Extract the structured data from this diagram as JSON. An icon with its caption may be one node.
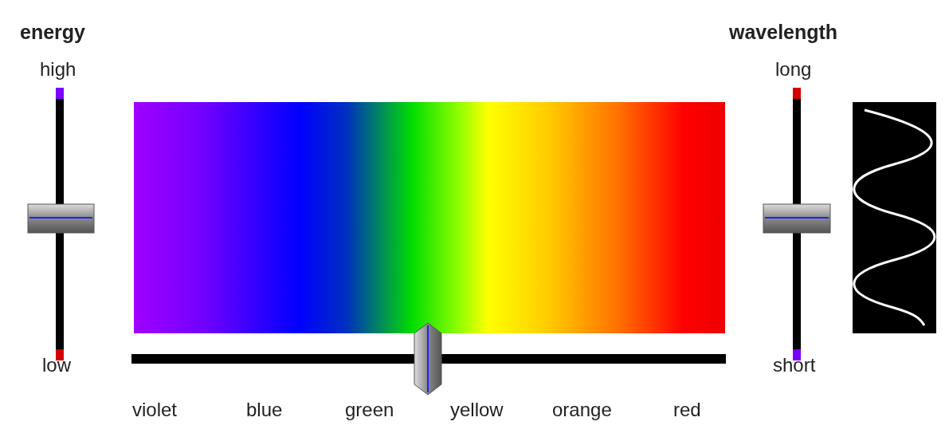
{
  "diagram": {
    "labels": [
      "energy",
      "wavelength",
      "high",
      "long",
      "low",
      "short",
      "violet",
      "blue",
      "green",
      "yellow",
      "orange",
      "red"
    ]
  }
}
